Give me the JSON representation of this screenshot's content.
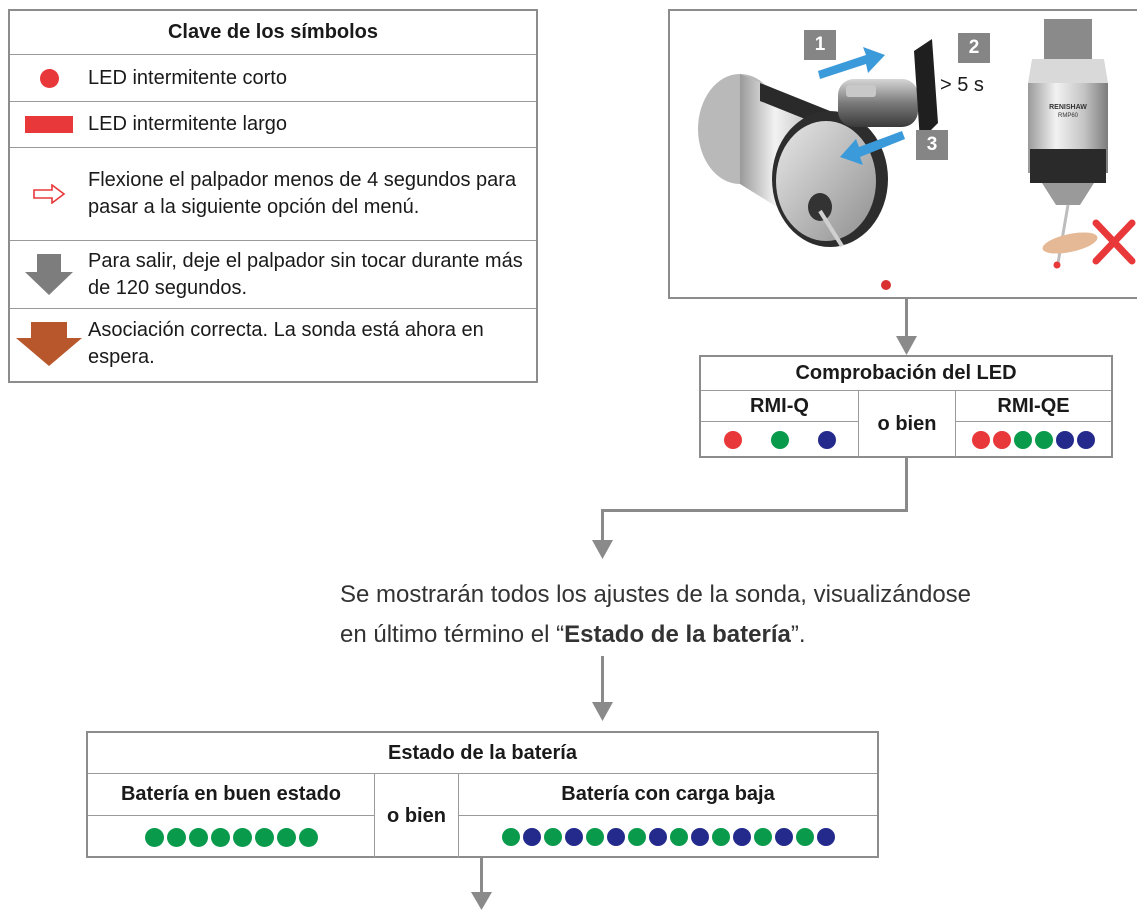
{
  "legend": {
    "title": "Clave de los símbolos",
    "items": [
      {
        "symbol": "red-dot-icon",
        "text": "LED intermitente corto"
      },
      {
        "symbol": "red-bar-icon",
        "text": "LED intermitente largo"
      },
      {
        "symbol": "outline-arrow-right-icon",
        "text": "Flexione el palpador menos de 4 segundos para pasar a la siguiente opción del menú."
      },
      {
        "symbol": "grey-arrow-down-icon",
        "text": "Para salir, deje el palpador sin tocar durante más de 120 segundos."
      },
      {
        "symbol": "brown-arrow-down-icon",
        "text": "Asociación correcta. La sonda está ahora en espera."
      }
    ]
  },
  "photo": {
    "steps": [
      "1",
      "2",
      "3"
    ],
    "duration": "> 5 s",
    "probe_brand": "RENISHAW",
    "probe_model": "RMP60"
  },
  "led_check": {
    "title": "Comprobación del LED",
    "left_label": "RMI-Q",
    "or_label": "o bien",
    "right_label": "RMI-QE",
    "left_dots": [
      "red",
      "green",
      "blue"
    ],
    "right_dots": [
      "red",
      "red",
      "green",
      "green",
      "blue",
      "blue"
    ]
  },
  "settings_text": {
    "line1": "Se mostrarán todos los ajustes de la sonda, visualizándose",
    "line2_prefix": "en último término el “",
    "line2_bold": "Estado de la batería",
    "line2_suffix": "”."
  },
  "battery": {
    "title": "Estado de la batería",
    "good_label": "Batería en buen estado",
    "or_label": "o bien",
    "low_label": "Batería con carga baja",
    "good_dots": [
      "green",
      "green",
      "green",
      "green",
      "green",
      "green",
      "green",
      "green"
    ],
    "low_dots": [
      "green",
      "blue",
      "green",
      "blue",
      "green",
      "blue",
      "green",
      "blue",
      "green",
      "blue",
      "green",
      "blue",
      "green",
      "blue",
      "green",
      "blue"
    ]
  },
  "colors": {
    "red": "#e8383a",
    "green": "#0a9a4c",
    "blue": "#232a8c",
    "grey_arrow": "#7d7d7d",
    "brown_arrow": "#b8572b",
    "border": "#8c8c8c"
  }
}
